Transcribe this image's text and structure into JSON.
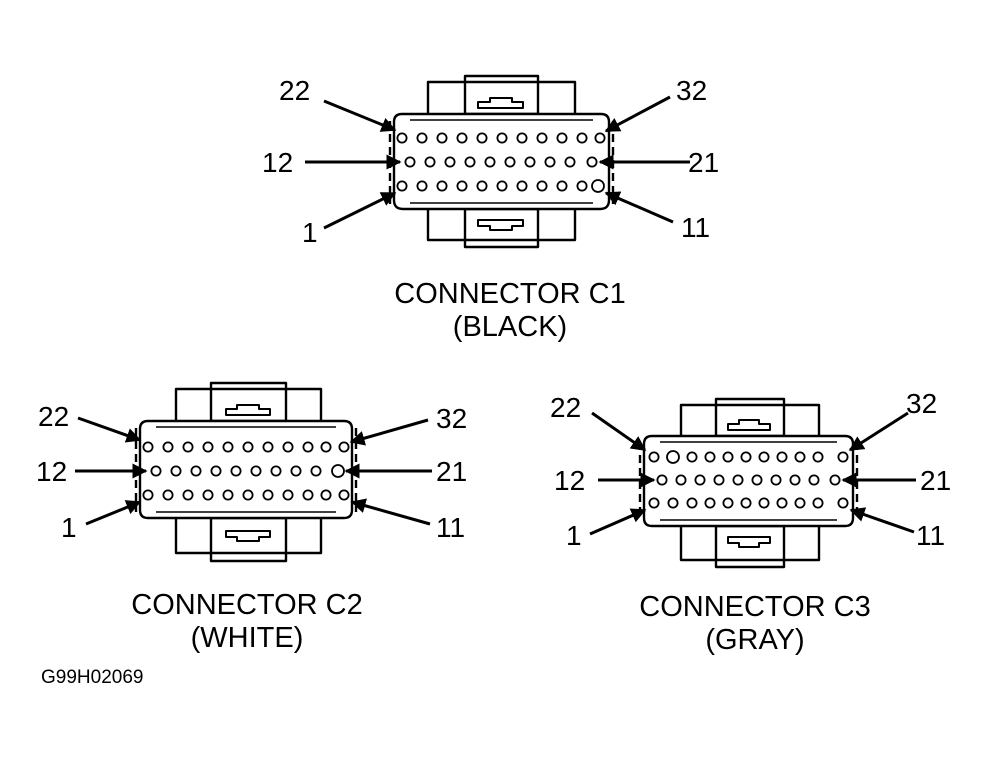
{
  "figure_id": "G99H02069",
  "connectors": [
    {
      "id": "c1",
      "title": "CONNECTOR C1",
      "color_label": "(BLACK)",
      "pins": {
        "top_left": "22",
        "top_right": "32",
        "mid_left": "12",
        "mid_right": "21",
        "bot_left": "1",
        "bot_right": "11"
      }
    },
    {
      "id": "c2",
      "title": "CONNECTOR C2",
      "color_label": "(WHITE)",
      "pins": {
        "top_left": "22",
        "top_right": "32",
        "mid_left": "12",
        "mid_right": "21",
        "bot_left": "1",
        "bot_right": "11"
      }
    },
    {
      "id": "c3",
      "title": "CONNECTOR C3",
      "color_label": "(GRAY)",
      "pins": {
        "top_left": "22",
        "top_right": "32",
        "mid_left": "12",
        "mid_right": "21",
        "bot_left": "1",
        "bot_right": "11"
      }
    }
  ]
}
